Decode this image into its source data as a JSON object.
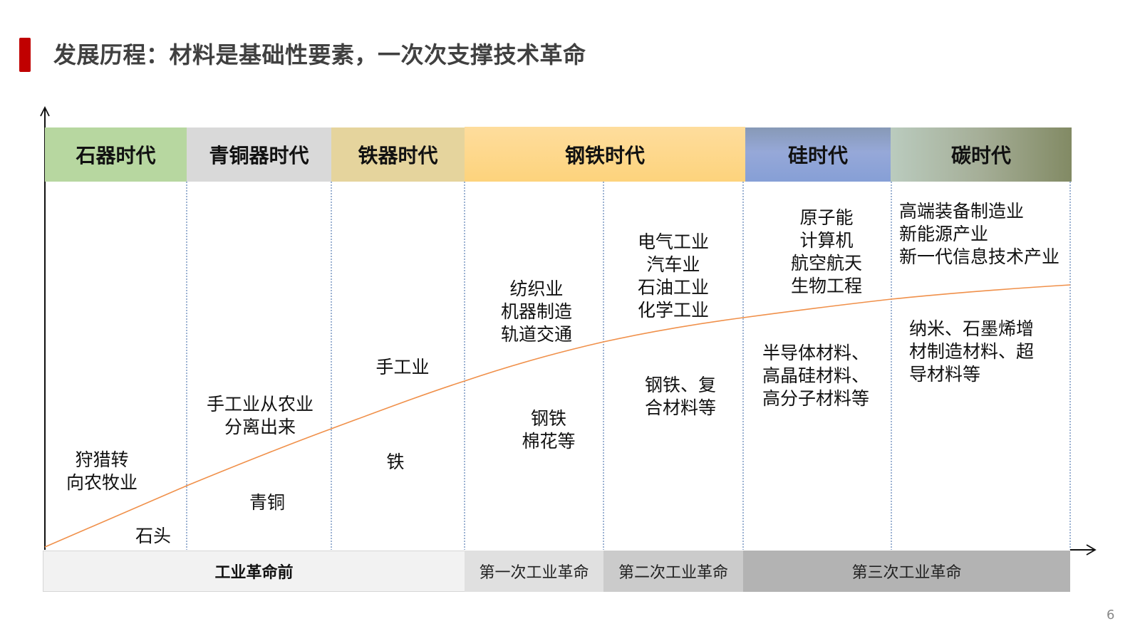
{
  "slide": {
    "title": "发展历程：材料是基础性要素，一次次支撑技术革命",
    "page_number": "6",
    "accent_color": "#c00000"
  },
  "eras": [
    {
      "label": "石器时代",
      "color": "#b7d7a0"
    },
    {
      "label": "青铜器时代",
      "color": "#d9d9d9"
    },
    {
      "label": "铁器时代",
      "color": "#e5d49d"
    },
    {
      "label": "钢铁时代",
      "color": "#fdd485"
    },
    {
      "label": "硅时代",
      "color": "#8fa3d3"
    },
    {
      "label": "碳时代",
      "color": "#a9b59a"
    }
  ],
  "industries": {
    "stone": "狩猎转\n向农牧业",
    "bronze": "手工业从农业\n分离出来",
    "iron": "手工业",
    "steel_1": "纺织业\n机器制造\n轨道交通",
    "steel_2": "电气工业\n汽车业\n石油工业\n化学工业",
    "silicon": "原子能\n计算机\n航空航天\n生物工程",
    "carbon": "高端装备制造业\n新能源产业\n新一代信息技术产业"
  },
  "materials": {
    "stone": "石头",
    "bronze": "青铜",
    "iron": "铁",
    "steel_1": "钢铁\n棉花等",
    "steel_2": "钢铁、复\n合材料等",
    "silicon": "半导体材料、\n高晶硅材料、\n高分子材料等",
    "carbon": "纳米、石墨烯增\n材制造材料、超\n导材料等"
  },
  "revolutions": [
    {
      "label": "工业革命前",
      "color": "#f2f2f2"
    },
    {
      "label": "第一次工业革命",
      "color": "#e0e0e0"
    },
    {
      "label": "第二次工业革命",
      "color": "#cbcbcb"
    },
    {
      "label": "第三次工业革命",
      "color": "#b3b3b3"
    }
  ],
  "curve": {
    "color": "#f0904a"
  }
}
